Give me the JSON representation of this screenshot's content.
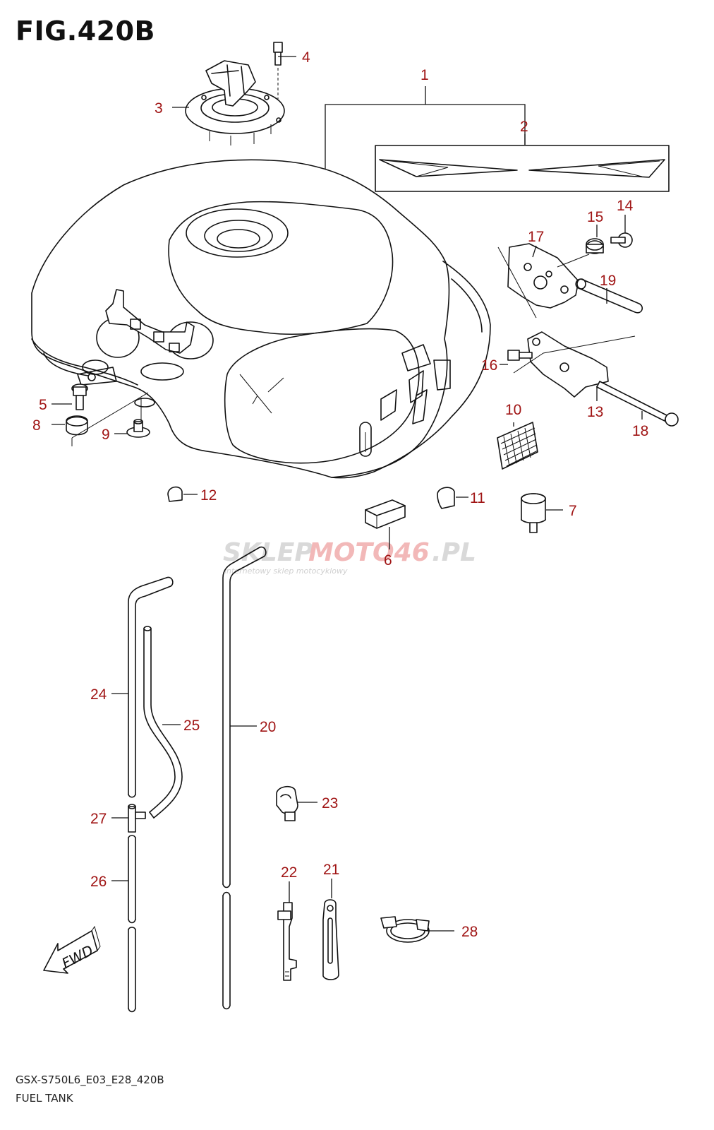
{
  "figure": {
    "title": "FIG.420B",
    "model_code": "GSX-S750L6_E03_E28_420B",
    "section_name": "FUEL TANK"
  },
  "watermark": {
    "brand_grey": "SKLEP",
    "brand_red": "MOTO46",
    "brand_suffix": ".PL",
    "tagline": "internetowy sklep motocyklowy"
  },
  "fwd_label": "FWD",
  "colors": {
    "callout": "#a01515",
    "line": "#111111",
    "watermark_red": "#f2b8b8",
    "watermark_grey": "#d9d9d9"
  },
  "parts": [
    {
      "ref": "1"
    },
    {
      "ref": "2"
    },
    {
      "ref": "3"
    },
    {
      "ref": "4"
    },
    {
      "ref": "5"
    },
    {
      "ref": "6"
    },
    {
      "ref": "7"
    },
    {
      "ref": "8"
    },
    {
      "ref": "9"
    },
    {
      "ref": "10"
    },
    {
      "ref": "11"
    },
    {
      "ref": "12"
    },
    {
      "ref": "13"
    },
    {
      "ref": "14"
    },
    {
      "ref": "15"
    },
    {
      "ref": "16"
    },
    {
      "ref": "17"
    },
    {
      "ref": "18"
    },
    {
      "ref": "19"
    },
    {
      "ref": "20"
    },
    {
      "ref": "21"
    },
    {
      "ref": "22"
    },
    {
      "ref": "23"
    },
    {
      "ref": "24"
    },
    {
      "ref": "25"
    },
    {
      "ref": "26"
    },
    {
      "ref": "27"
    },
    {
      "ref": "28"
    }
  ]
}
